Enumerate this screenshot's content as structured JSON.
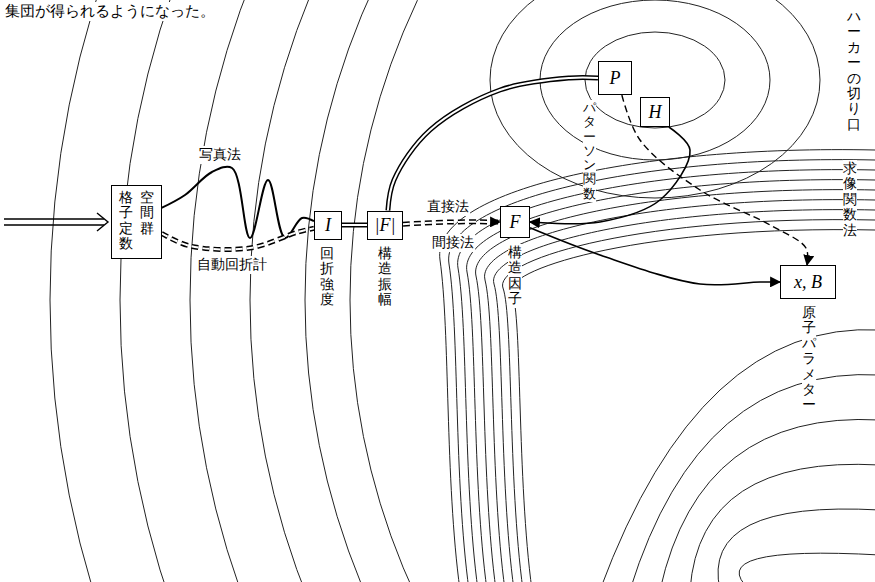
{
  "diagram": {
    "nodes": [
      {
        "text": [
          "格子定数",
          "空間群"
        ]
      },
      {
        "text": [
          "I"
        ]
      },
      {
        "text": [
          "|F|"
        ]
      },
      {
        "text": [
          "F"
        ]
      },
      {
        "text": [
          "P"
        ]
      },
      {
        "text": [
          "H"
        ]
      },
      {
        "text": [
          "x, B"
        ]
      }
    ],
    "edges": [
      {
        "from": 0,
        "to": 1,
        "label": "写真法",
        "arrow": "none"
      },
      {
        "from": 0,
        "to": 1,
        "label": "自動回折計",
        "arrow": "none"
      },
      {
        "from": 1,
        "to": 2,
        "arrow": "none"
      },
      {
        "from": 2,
        "to": 3,
        "label": "直接法",
        "arrow": "to"
      },
      {
        "from": 2,
        "to": 4,
        "label": "パターソン関数",
        "arrow": "none"
      },
      {
        "from": 5,
        "to": 3,
        "arrow": "to"
      },
      {
        "from": 4,
        "to": 6,
        "label": "求像関数法",
        "arrow": "to"
      },
      {
        "from": 3,
        "to": 6,
        "arrow": "to"
      }
    ],
    "labels": [
      "集団が得られるようになった。",
      "回折強度",
      "構造振幅",
      "構造因子",
      "原子パラメター",
      "間接法",
      "ハーカーの切り口"
    ]
  }
}
